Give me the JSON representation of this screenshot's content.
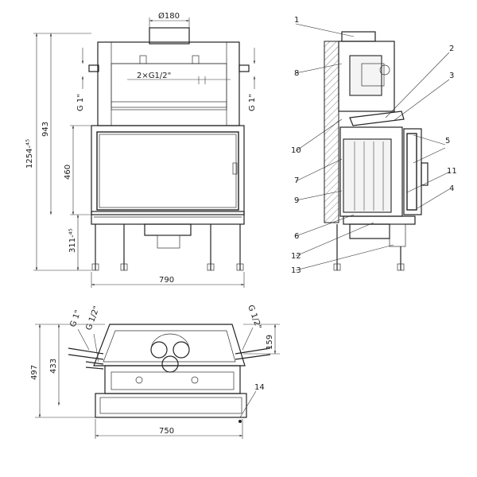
{
  "front_view": {
    "dim_flue": "Ø180",
    "dim_connection": "2×G1/2\"",
    "dim_thread_left": "G 1\"",
    "dim_thread_right": "G 1\"",
    "dim_total_height": "1254-⁴⁵",
    "dim_height_943": "943",
    "dim_height_460": "460",
    "dim_height_311": "311-⁴⁵",
    "dim_width": "790"
  },
  "top_view": {
    "dim_g1_left": "G 1\"",
    "dim_g12_left": "G 1/2\"",
    "dim_g12_right": "G 1/2\"",
    "dim_depth_497": "497",
    "dim_depth_433": "433",
    "dim_offset_159": "159",
    "dim_width": "750",
    "callout_14": "14"
  },
  "side_view": {
    "callouts": [
      "1",
      "2",
      "3",
      "4",
      "5",
      "6",
      "7",
      "8",
      "9",
      "10",
      "11",
      "12",
      "13"
    ]
  },
  "colors": {
    "line": "#222222",
    "background": "#ffffff"
  }
}
